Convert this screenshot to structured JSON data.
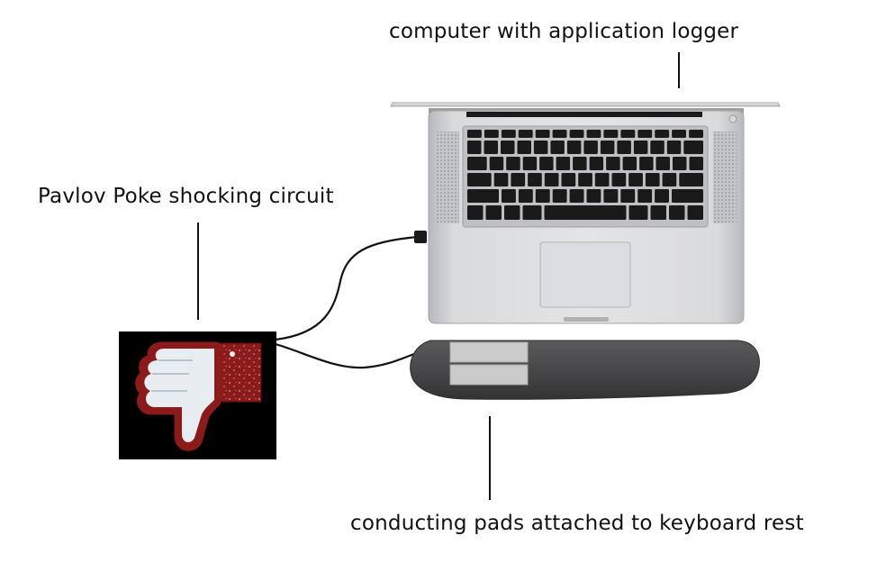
{
  "labels": {
    "computer": "computer with application logger",
    "circuit": "Pavlov Poke shocking circuit",
    "pads": "conducting pads attached to keyboard rest"
  },
  "icons": {
    "circuit_box": "thumbs-down-icon",
    "laptop": "laptop-icon",
    "wrist_rest": "keyboard-wrist-rest-icon"
  },
  "colors": {
    "thumb_red": "#8b1a1a",
    "thumb_white": "#e8edf1",
    "box_black": "#000000",
    "laptop_silver": "#cfd0d3",
    "keys_black": "#1a1a1a",
    "rest_dark": "#474749",
    "pad_gray": "#c9c9c9",
    "line": "#111111"
  }
}
